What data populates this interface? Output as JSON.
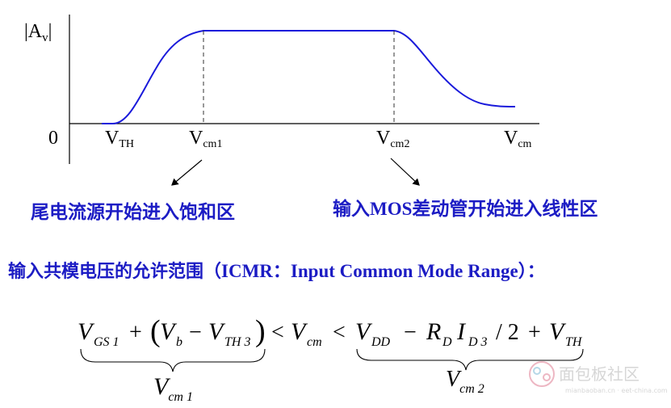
{
  "graph": {
    "y_axis_label": "|A",
    "y_axis_label_sub": "v",
    "y_axis_label_end": "|",
    "origin_label": "0",
    "x_ticks": [
      {
        "main": "V",
        "sub": "TH"
      },
      {
        "main": "V",
        "sub": "cm1"
      },
      {
        "main": "V",
        "sub": "cm2"
      },
      {
        "main": "V",
        "sub": "cm"
      }
    ],
    "curve_color": "#1a1adb"
  },
  "annotations": {
    "left": "尾电流源开始进入饱和区",
    "right_prefix": "输入",
    "right_mos": "MOS",
    "right_suffix": "差动管开始进入线性区",
    "color": "#1c1cc4"
  },
  "icmr": {
    "prefix": "输入共模电压的允许范围（",
    "abbrev": "ICMR",
    "colon": "：",
    "full": "Input Common Mode Range",
    "suffix": "）："
  },
  "formula": {
    "v": "V",
    "gs1": "GS 1",
    "plus": "+",
    "lparen": "(",
    "vb_sub": "b",
    "minus": "−",
    "th3": "TH 3",
    "rparen": ")",
    "lt": "<",
    "cm": "cm",
    "dd": "DD",
    "r": "R",
    "d": "D",
    "i": "I",
    "d3": "D 3",
    "slash": "/ 2",
    "th": "TH",
    "brace_left_label_sub": "cm 1",
    "brace_right_label_sub": "cm 2"
  },
  "watermark": {
    "cn": "面包板社区",
    "url": "mianbaoban.cn · eet-china.com"
  }
}
